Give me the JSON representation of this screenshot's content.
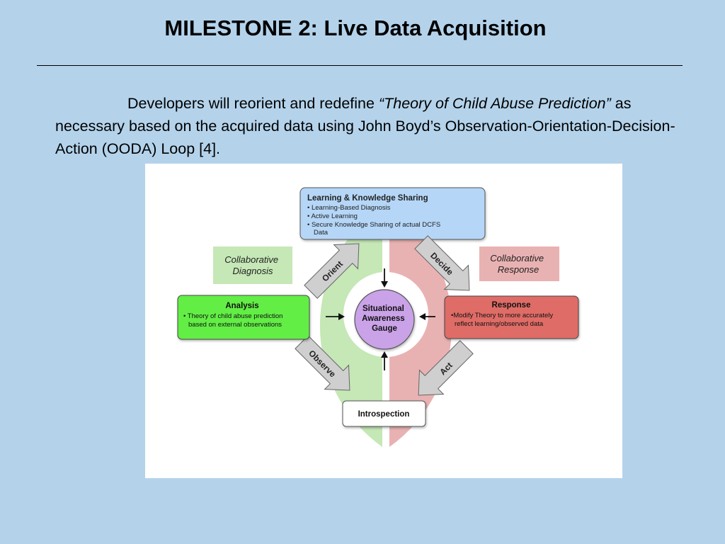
{
  "slide": {
    "title": "MILESTONE 2: Live Data Acquisition",
    "paragraph": {
      "part1": "Developers will reorient and redefine ",
      "italic": "“Theory of Child Abuse Prediction”",
      "part2": " as necessary based on the acquired data using John Boyd’s Observation-Orientation-Decision-Action (OODA) Loop [4]."
    }
  },
  "diagram": {
    "learning_box": {
      "title": "Learning & Knowledge Sharing",
      "bullets": [
        "• Learning-Based Diagnosis",
        "• Active Learning",
        "• Secure Knowledge Sharing of actual DCFS",
        "Data"
      ]
    },
    "collab_diagnosis": [
      "Collaborative",
      "Diagnosis"
    ],
    "collab_response": [
      "Collaborative",
      "Response"
    ],
    "arrows": {
      "orient": "Orient",
      "decide": "Decide",
      "observe": "Observe",
      "act": "Act"
    },
    "analysis_box": {
      "title": "Analysis",
      "lines": [
        "• Theory of child abuse prediction",
        "based on external observations"
      ]
    },
    "response_box": {
      "title": "Response",
      "lines": [
        "•Modify Theory to more accurately",
        "reflect learning/observed data"
      ]
    },
    "gauge": [
      "Situational",
      "Awareness",
      "Gauge"
    ],
    "introspection": "Introspection",
    "colors": {
      "left_half": "#c5e8b6",
      "right_half": "#e9b2b2",
      "learning": "#b5d6f7",
      "analysis": "#62ee45",
      "response": "#df6c66",
      "gauge": "#caa2e8",
      "arrow": "#cfcfcf"
    }
  }
}
